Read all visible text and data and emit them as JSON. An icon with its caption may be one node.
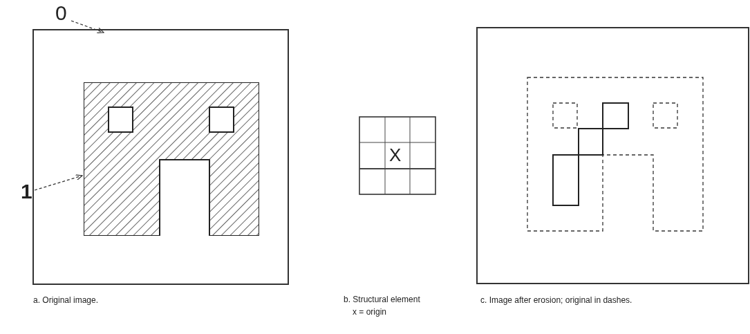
{
  "diagram": {
    "nodes": [
      {
        "text": [
          "0"
        ]
      },
      {
        "text": [],
        "shape": "box"
      },
      {
        "text": [
          "1"
        ]
      },
      {
        "text": [],
        "shape": "polygon",
        "in": 1
      }
    ],
    "edges": [
      {
        "from": 0,
        "to": 1,
        "arrow": "to",
        "style": "dashed"
      },
      {
        "from": 2,
        "to": 3,
        "arrow": "to",
        "style": "dashed"
      }
    ],
    "labels": [
      "X",
      "a. Original image.",
      "b. Structural element",
      "x = origin",
      "c. Image after erosion; original in dashes."
    ]
  }
}
